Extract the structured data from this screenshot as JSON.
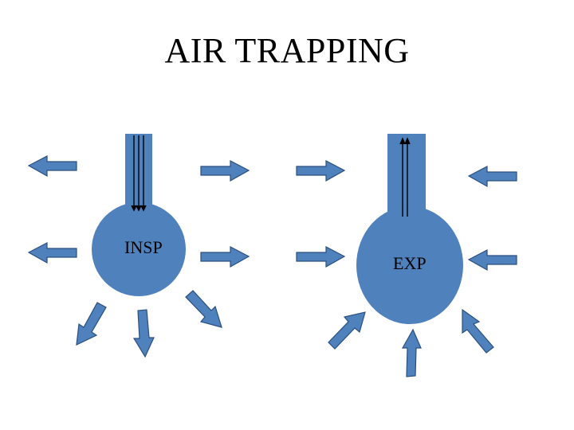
{
  "title": "AIR TRAPPING",
  "labels": {
    "inspiration": "INSP",
    "expiration": "EXP"
  },
  "colors": {
    "fill": "#4f81bd",
    "stroke": "#2a4f7f",
    "text": "#000000",
    "line": "#000000"
  }
}
